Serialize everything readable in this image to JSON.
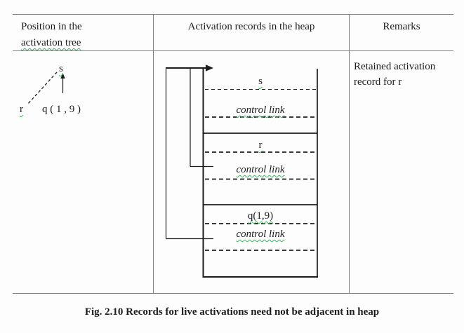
{
  "figure": {
    "caption": "Fig. 2.10 Records for live activations need not be adjacent in heap"
  },
  "table": {
    "header": {
      "position_col_line1": "Position in the",
      "position_col_line2": "activation tree",
      "heap_col": "Activation records in the heap",
      "remarks_col": "Remarks"
    },
    "tree": {
      "root": "s",
      "left_child": "r",
      "right_child": "q ( 1 , 9 )"
    },
    "heap": {
      "records": [
        {
          "name": "s",
          "field": "control link"
        },
        {
          "name": "r",
          "field": "control link"
        },
        {
          "name": "q(1,9)",
          "field": "control link"
        }
      ]
    },
    "remarks": "Retained activation record for r"
  },
  "colors": {
    "diagram_line": "#1c1c1c",
    "table_border": "#7f7f7f",
    "squiggle": "#44ad5e",
    "background": "#fdfdfd"
  }
}
